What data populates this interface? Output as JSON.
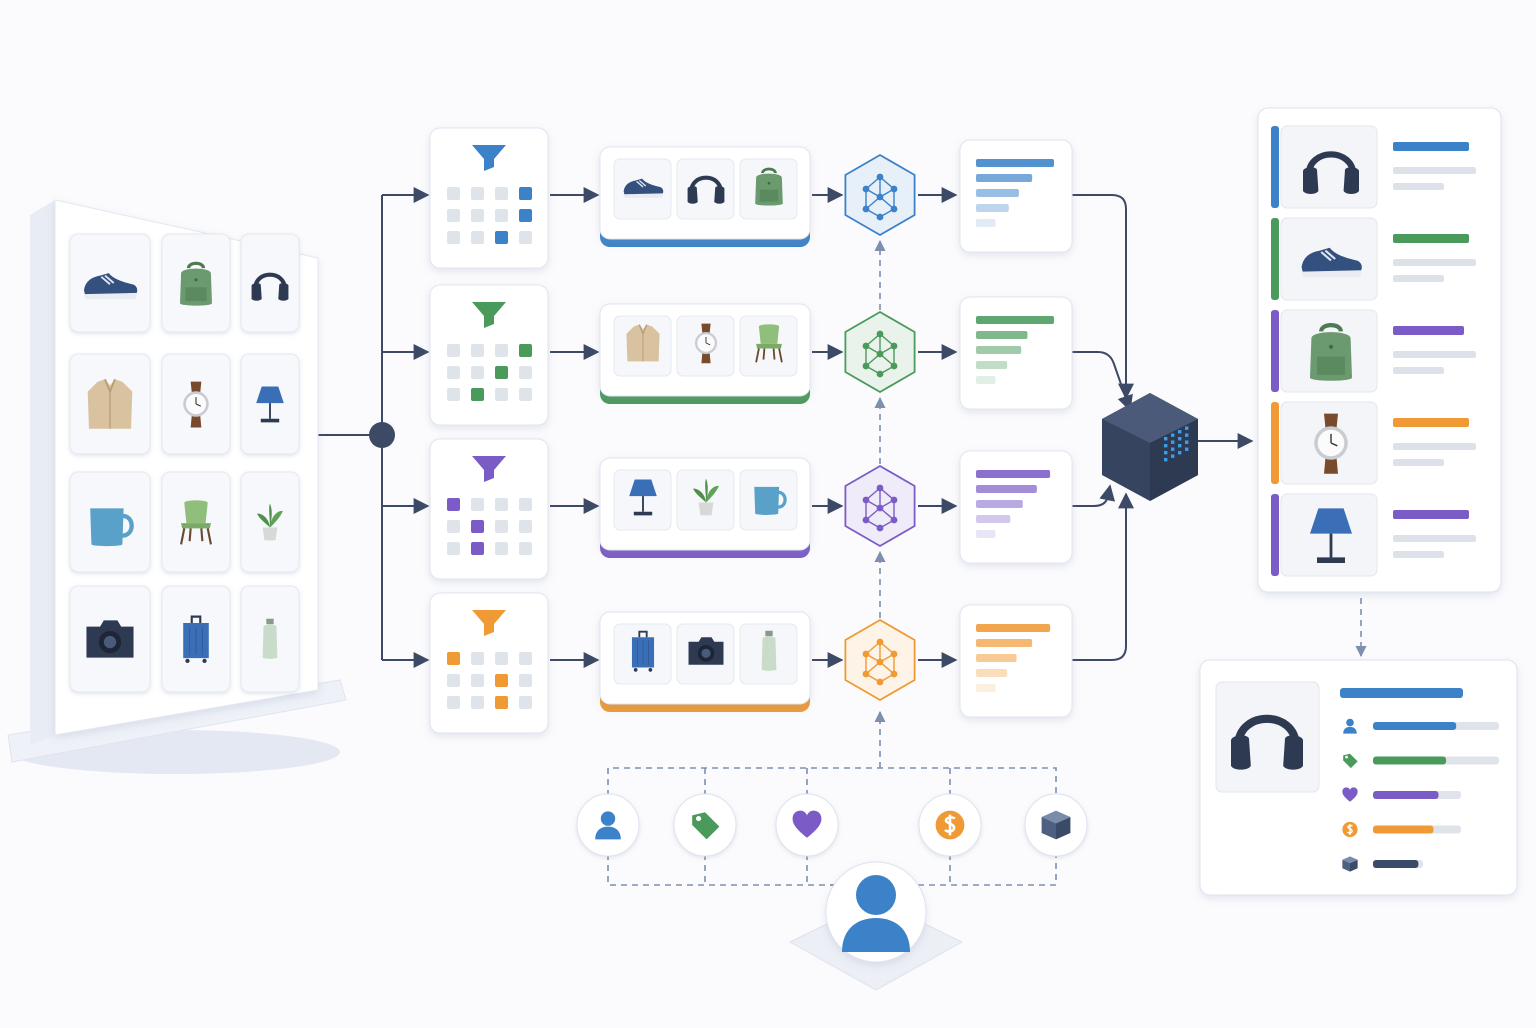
{
  "colors": {
    "blue": "#3b82c9",
    "green": "#4a9a5c",
    "purple": "#7b5cc7",
    "orange": "#ef9a35",
    "line": "#3d4a66",
    "dashed": "#7e8fb0",
    "cube": "#3b4a66",
    "cube_dots": "#3a9fe8"
  },
  "catalog": {
    "items": [
      "sneaker",
      "backpack",
      "headphones",
      "jacket",
      "watch",
      "lamp",
      "mug",
      "chair",
      "plant",
      "camera",
      "suitcase",
      "bottle"
    ]
  },
  "branches": [
    {
      "color_key": "blue",
      "filter_cells": [
        3,
        7,
        10
      ],
      "candidates": [
        "sneaker",
        "headphones",
        "backpack"
      ],
      "score_bars": [
        1.0,
        0.72,
        0.55,
        0.42,
        0.25
      ]
    },
    {
      "color_key": "green",
      "filter_cells": [
        3,
        6,
        9
      ],
      "candidates": [
        "jacket",
        "watch",
        "chair"
      ],
      "score_bars": [
        1.0,
        0.66,
        0.58,
        0.4,
        0.25
      ]
    },
    {
      "color_key": "purple",
      "filter_cells": [
        0,
        5,
        9
      ],
      "candidates": [
        "lamp",
        "plant",
        "mug"
      ],
      "score_bars": [
        0.95,
        0.78,
        0.6,
        0.44,
        0.25
      ]
    },
    {
      "color_key": "orange",
      "filter_cells": [
        0,
        6,
        10
      ],
      "candidates": [
        "suitcase",
        "camera",
        "bottle"
      ],
      "score_bars": [
        0.95,
        0.72,
        0.52,
        0.4,
        0.25
      ]
    }
  ],
  "user_signals": [
    {
      "icon": "user-icon",
      "color_key": "blue"
    },
    {
      "icon": "tag-icon",
      "color_key": "green"
    },
    {
      "icon": "heart-icon",
      "color_key": "purple"
    },
    {
      "icon": "dollar-icon",
      "color_key": "orange"
    },
    {
      "icon": "box-icon",
      "color_key": "cube"
    }
  ],
  "ranked_results": [
    {
      "item": "headphones",
      "color_key": "blue"
    },
    {
      "item": "sneaker",
      "color_key": "green"
    },
    {
      "item": "backpack",
      "color_key": "purple"
    },
    {
      "item": "watch",
      "color_key": "orange"
    },
    {
      "item": "lamp",
      "color_key": "purple"
    }
  ],
  "detail": {
    "item": "headphones",
    "attributes": [
      {
        "icon": "user-icon",
        "color_key": "blue",
        "level": 0.66
      },
      {
        "icon": "tag-icon",
        "color_key": "green",
        "level": 0.58
      },
      {
        "icon": "heart-icon",
        "color_key": "purple",
        "level": 0.52
      },
      {
        "icon": "dollar-icon",
        "color_key": "orange",
        "level": 0.48
      },
      {
        "icon": "box-icon",
        "color_key": "cube",
        "level": 0.36
      }
    ]
  }
}
